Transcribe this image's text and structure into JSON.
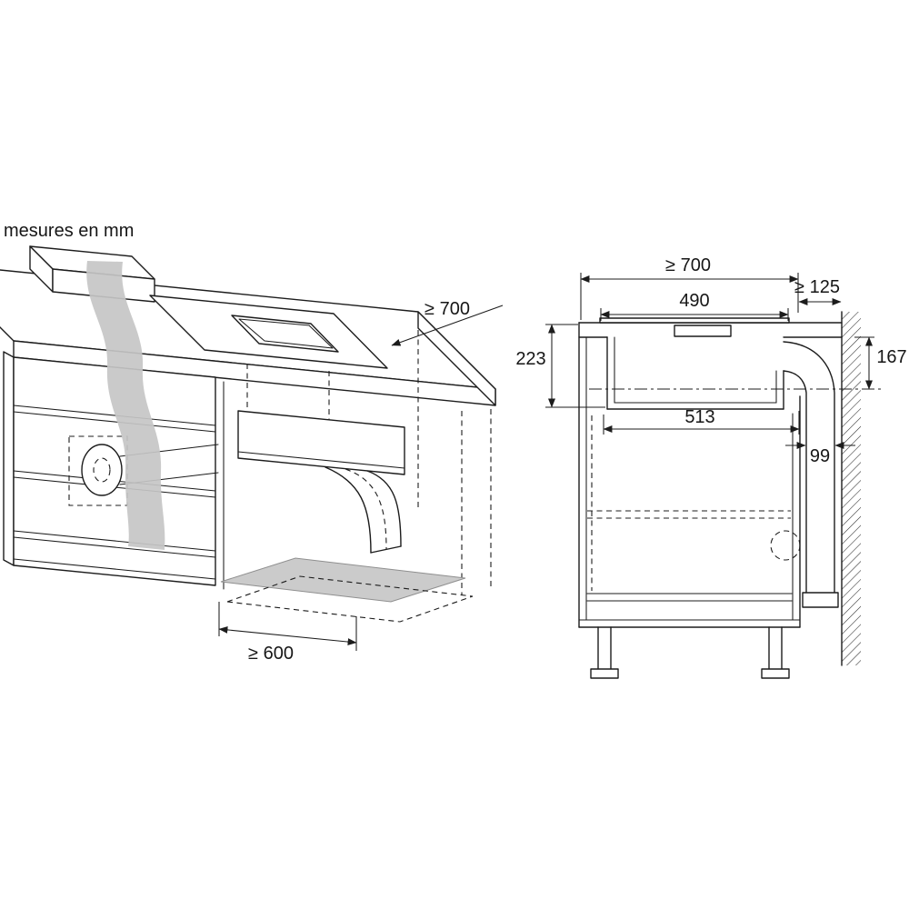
{
  "title": "mesures en mm",
  "colors": {
    "line": "#1c1c1c",
    "airflow_gray": "#c5c5c5",
    "panel_gray": "#cbcbcb"
  },
  "left_view": {
    "dim_depth": "≥ 700",
    "dim_clearance": "≥ 600"
  },
  "right_view": {
    "dim_depth": "≥ 700",
    "dim_wall_gap": "≥ 125",
    "dim_cutout": "490",
    "dim_height": "223",
    "dim_outlet": "167",
    "dim_housing": "513",
    "dim_duct": "99"
  }
}
